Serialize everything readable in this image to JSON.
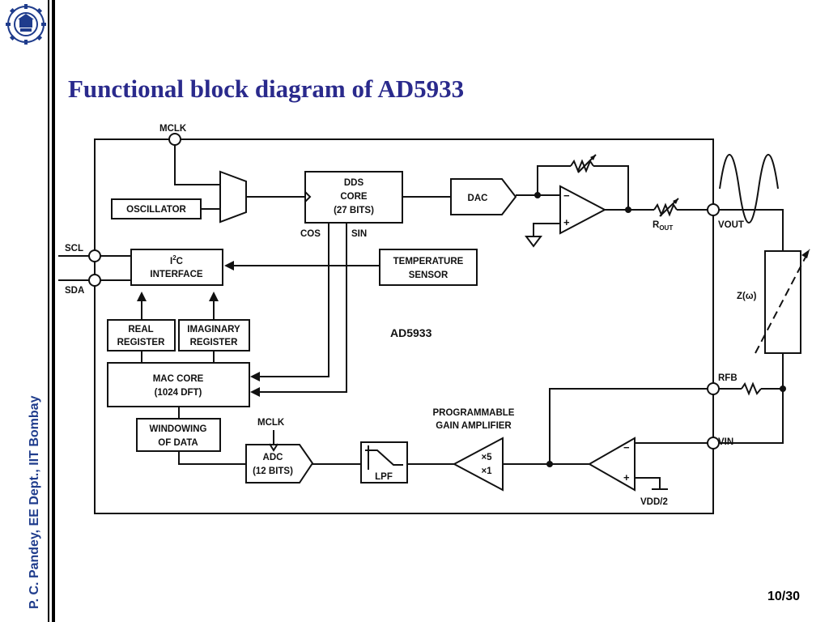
{
  "slide": {
    "title": "Functional block diagram of AD5933",
    "side_text": "P. C. Pandey, EE Dept., IIT Bombay",
    "page_number": "10/30"
  },
  "diagram": {
    "chip_label": "AD5933",
    "pins": {
      "mclk": "MCLK",
      "scl": "SCL",
      "sda": "SDA",
      "vout": "VOUT",
      "rfb": "RFB",
      "vin": "VIN",
      "vdd2": "VDD/2"
    },
    "blocks": {
      "oscillator": "OSCILLATOR",
      "dds": [
        "DDS",
        "CORE",
        "(27 BITS)"
      ],
      "dac": "DAC",
      "i2c_i": "I",
      "i2c_sup": "2",
      "i2c_c": "C",
      "i2c_line2": "INTERFACE",
      "temp": [
        "TEMPERATURE",
        "SENSOR"
      ],
      "real_reg": [
        "REAL",
        "REGISTER"
      ],
      "imag_reg": [
        "IMAGINARY",
        "REGISTER"
      ],
      "mac": [
        "MAC CORE",
        "(1024 DFT)"
      ],
      "windowing": [
        "WINDOWING",
        "OF DATA"
      ],
      "adc_mclk": "MCLK",
      "adc": [
        "ADC",
        "(12 BITS)"
      ],
      "lpf": "LPF",
      "pga_caption": [
        "PROGRAMMABLE",
        "GAIN AMPLIFIER"
      ],
      "pga_gains": [
        "×5",
        "×1"
      ]
    },
    "signals": {
      "cos": "COS",
      "sin": "SIN",
      "rout_r": "R",
      "rout_sub": "OUT",
      "z": "Z(ω)"
    },
    "opamp_symbols": {
      "minus": "−",
      "plus": "+"
    }
  }
}
